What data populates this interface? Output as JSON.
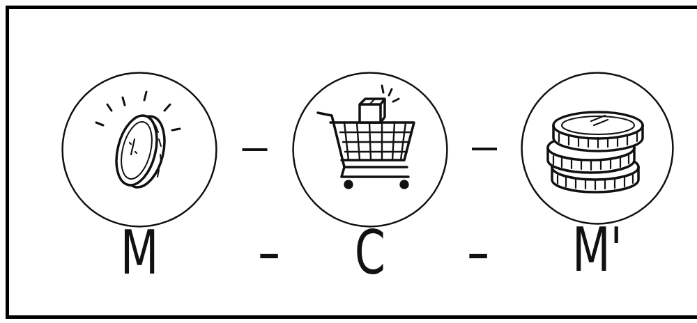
{
  "diagram": {
    "nodes": [
      {
        "text": [
          "M"
        ]
      },
      {
        "text": [
          "C"
        ]
      },
      {
        "text": [
          "M'"
        ]
      }
    ],
    "edges": [
      {
        "from": 0,
        "to": 1,
        "arrow": "none"
      },
      {
        "from": 1,
        "to": 2,
        "arrow": "none"
      }
    ],
    "labels": [
      "–",
      "–"
    ]
  }
}
